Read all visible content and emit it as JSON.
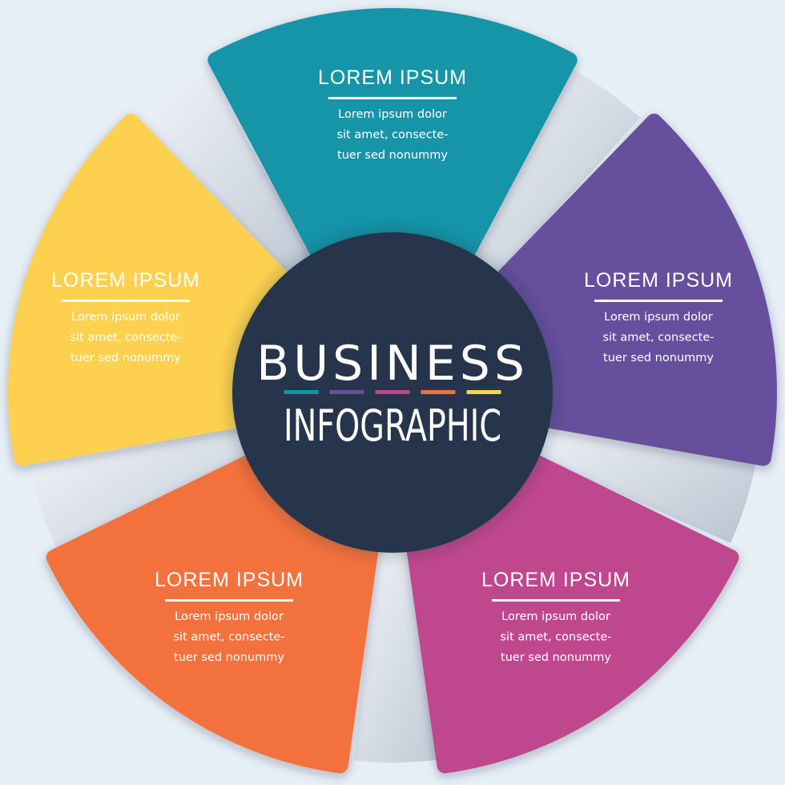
{
  "hub": {
    "title_top": "BUSINESS",
    "title_bottom": "INFOGRAPHIC",
    "color": "#25344c",
    "text_color": "#ffffff"
  },
  "segments": [
    {
      "id": "teal",
      "color": "#1394a8",
      "title": "LOREM IPSUM",
      "body": [
        "Lorem ipsum dolor",
        "sit amet, consecte-",
        "tuer sed nonummy"
      ]
    },
    {
      "id": "purple",
      "color": "#664f9c",
      "title": "LOREM IPSUM",
      "body": [
        "Lorem ipsum dolor",
        "sit amet, consecte-",
        "tuer sed nonummy"
      ]
    },
    {
      "id": "magenta",
      "color": "#bf468e",
      "title": "LOREM IPSUM",
      "body": [
        "Lorem ipsum dolor",
        "sit amet, consecte-",
        "tuer sed nonummy"
      ]
    },
    {
      "id": "orange",
      "color": "#f2713e",
      "title": "LOREM IPSUM",
      "body": [
        "Lorem ipsum dolor",
        "sit amet, consecte-",
        "tuer sed nonummy"
      ]
    },
    {
      "id": "yellow",
      "color": "#fdd150",
      "title": "LOREM IPSUM",
      "body": [
        "Lorem ipsum dolor",
        "sit amet, consecte-",
        "tuer sed nonummy"
      ]
    }
  ],
  "divider_colors": [
    "#1394a8",
    "#664f9c",
    "#bf468e",
    "#f2713e",
    "#fdd150"
  ]
}
